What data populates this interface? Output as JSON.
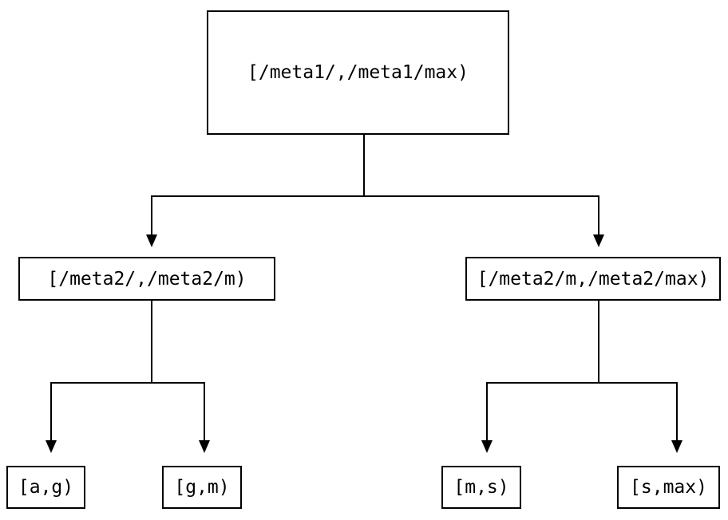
{
  "diagram": {
    "type": "tree",
    "colors": {
      "background": "#ffffff",
      "line": "#000000",
      "text": "#000000"
    },
    "nodes": [
      {
        "id": "root",
        "label": "[/meta1/,/meta1/max)",
        "level": 0,
        "parent": null
      },
      {
        "id": "l2-left",
        "label": "[/meta2/,/meta2/m)",
        "level": 1,
        "parent": "root"
      },
      {
        "id": "l2-right",
        "label": "[/meta2/m,/meta2/max)",
        "level": 1,
        "parent": "root"
      },
      {
        "id": "leaf-ag",
        "label": "[a,g)",
        "level": 2,
        "parent": "l2-left"
      },
      {
        "id": "leaf-gm",
        "label": "[g,m)",
        "level": 2,
        "parent": "l2-left"
      },
      {
        "id": "leaf-ms",
        "label": "[m,s)",
        "level": 2,
        "parent": "l2-right"
      },
      {
        "id": "leaf-smax",
        "label": "[s,max)",
        "level": 2,
        "parent": "l2-right"
      }
    ]
  }
}
